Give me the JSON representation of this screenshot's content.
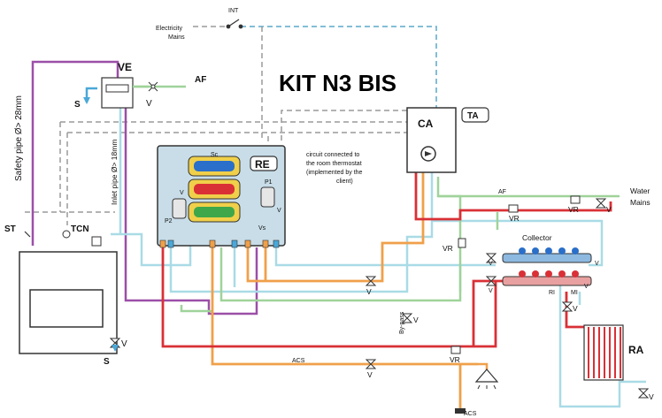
{
  "title": "KIT N3 BIS",
  "labels": {
    "int": "INT",
    "electricity_mains_1": "Electricity",
    "electricity_mains_2": "Mains",
    "ve": "VE",
    "af_top": "AF",
    "s_top": "S",
    "v_top": "V",
    "safety_pipe": "Safety pipe Ø> 28mm",
    "inlet_pipe": "Inlet pipe Ø> 18mm",
    "st": "ST",
    "tcn": "TCN",
    "s_bottom": "S",
    "v_bottom_left": "V",
    "re": "RE",
    "sc": "Sc",
    "p1": "P1",
    "p2": "P2",
    "vs": "Vs",
    "v_module_left": "V",
    "v_module_right": "V",
    "circuit_note_1": "circuit connected to",
    "circuit_note_2": "the room thermostat",
    "circuit_note_3": "(implemented by the",
    "circuit_note_4": "client)",
    "ca": "CA",
    "ta": "TA",
    "af_right": "AF",
    "water_mains_1": "Water",
    "water_mains_2": "Mains",
    "vr_1": "VR",
    "vr_2": "VR",
    "vr_3": "VR",
    "vr_4": "VR",
    "v_right_1": "V",
    "collector": "Collector",
    "v_coll_l1": "V",
    "v_coll_r1": "V",
    "v_coll_l2": "V",
    "v_coll_r2": "V",
    "ri": "RI",
    "mi": "MI",
    "v_mid": "V",
    "bypass": "By-pass",
    "v_bypass": "V",
    "acs_mid": "ACS",
    "v_acs": "V",
    "acs_bottom": "ACS",
    "v_ra_top": "V",
    "ra": "RA",
    "v_ra_bottom": "V"
  },
  "colors": {
    "hot": "#d93036",
    "warm": "#f0a04a",
    "cold": "#a9dbe6",
    "cold_dark": "#4aa8d8",
    "green": "#9fd39a",
    "purple": "#9b4fa8",
    "dash": "#888888",
    "dash_blue": "#5aa9c9",
    "module_bg": "#c8dde8"
  }
}
